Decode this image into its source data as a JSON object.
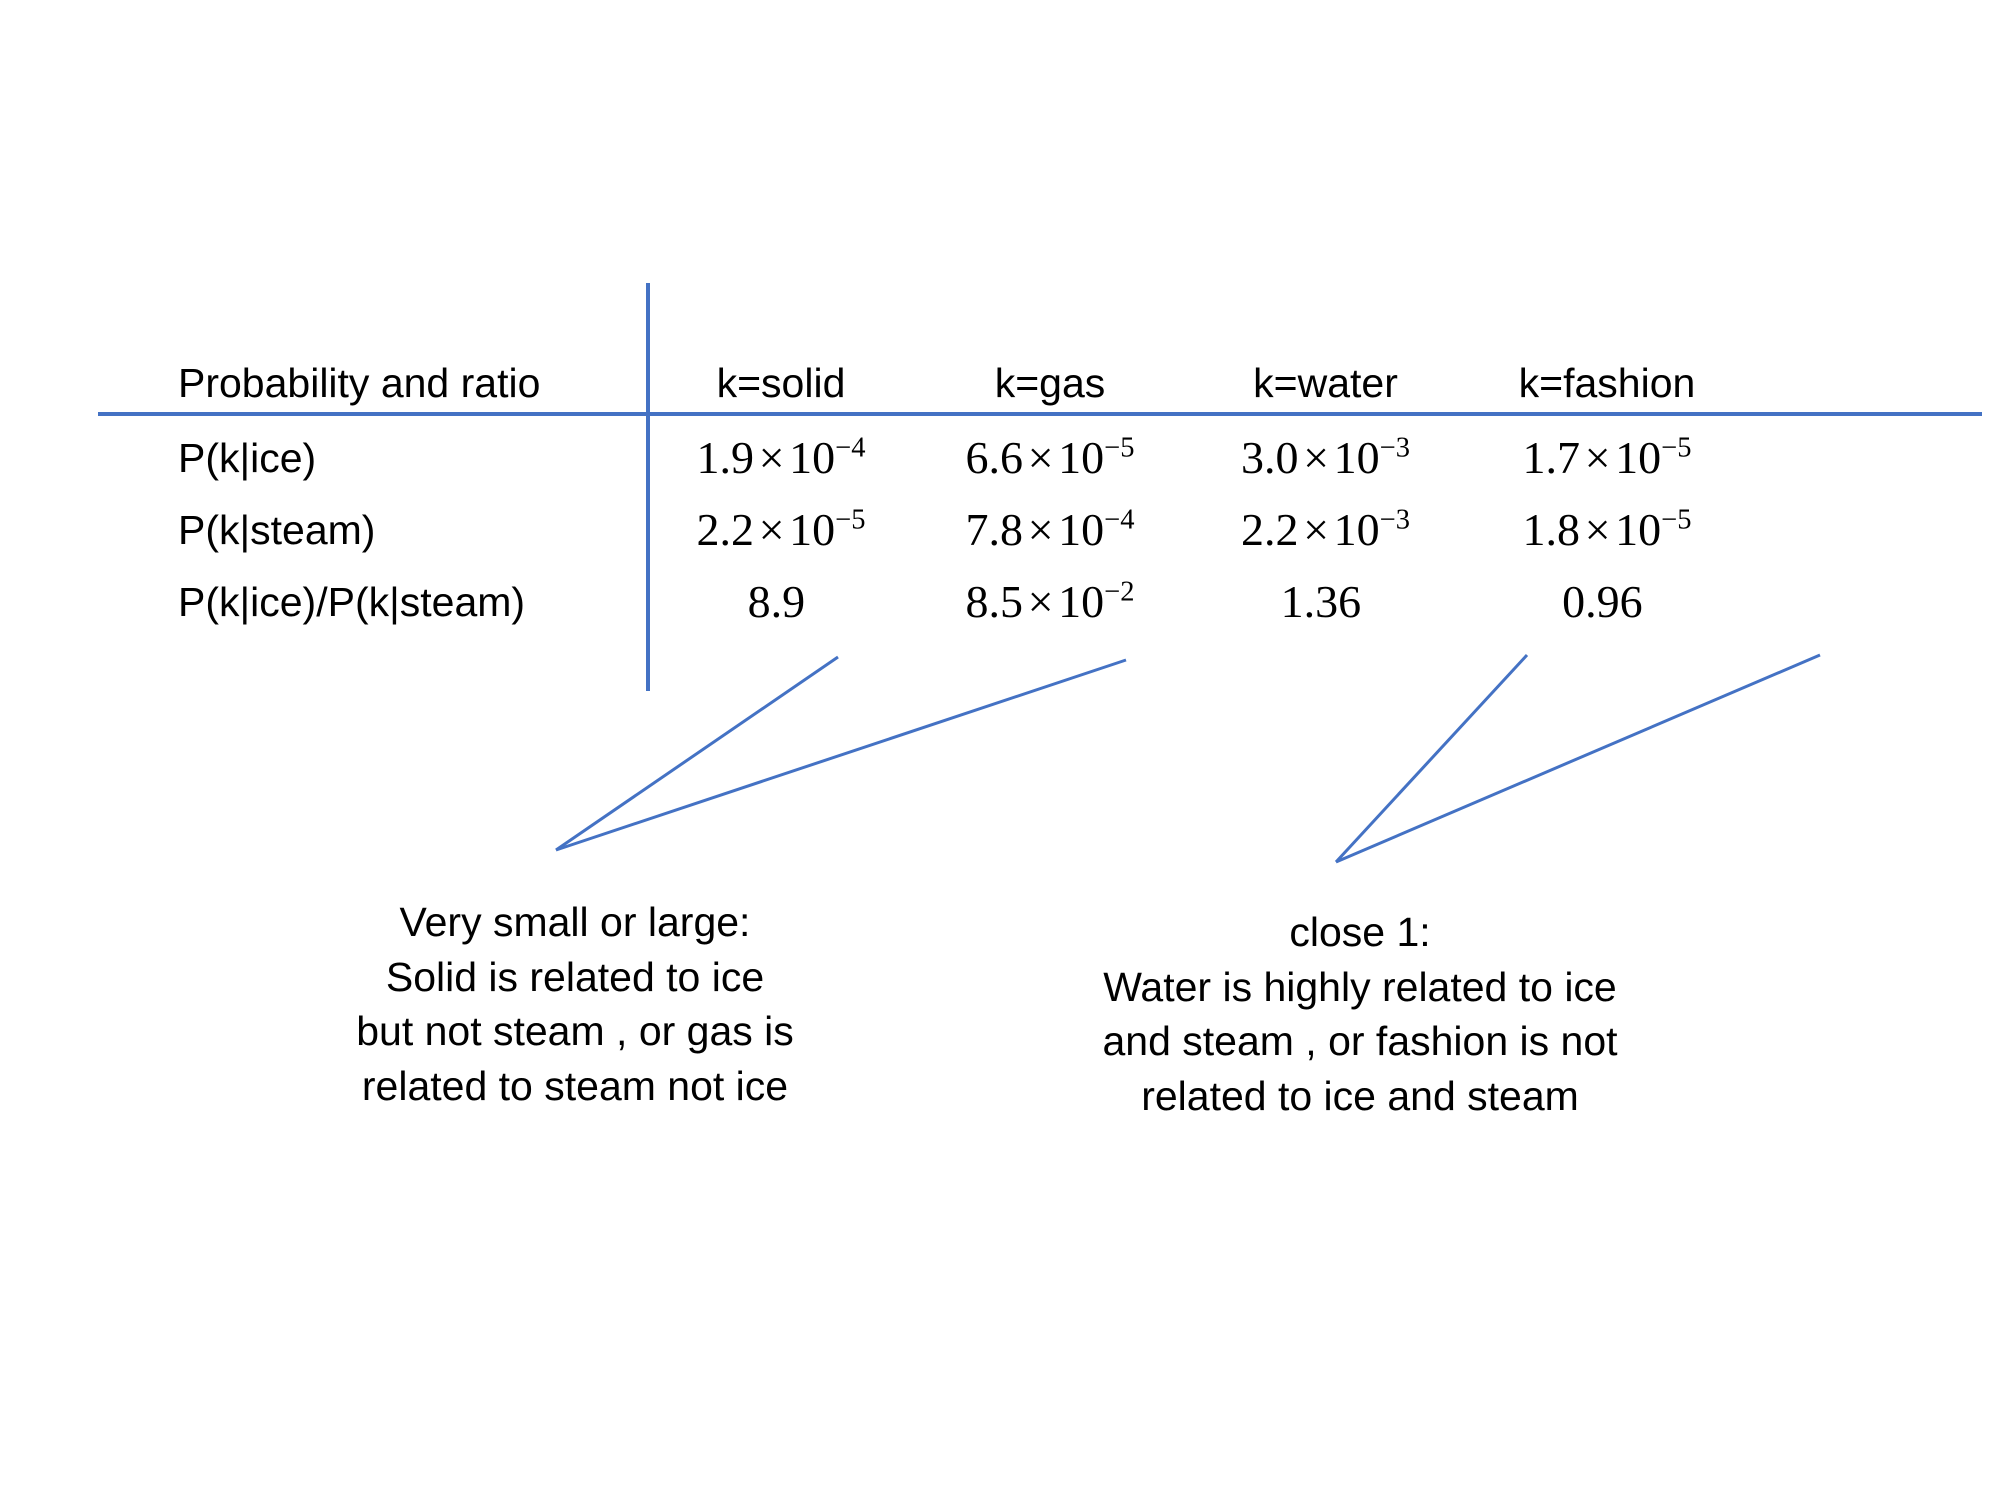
{
  "slide": {
    "accent_color": "#4472C4",
    "text_color": "#000000",
    "background": "#ffffff"
  },
  "table": {
    "corner_label": "Probability and ratio",
    "columns": [
      "k=solid",
      "k=gas",
      "k=water",
      "k=fashion"
    ],
    "rows": [
      {
        "label": "P(k|ice)",
        "cells": [
          {
            "mantissa": "1.9",
            "times": "×",
            "base": "10",
            "exponent": "−4"
          },
          {
            "mantissa": "6.6",
            "times": "×",
            "base": "10",
            "exponent": "−5"
          },
          {
            "mantissa": "3.0",
            "times": "×",
            "base": "10",
            "exponent": "−3"
          },
          {
            "mantissa": "1.7",
            "times": "×",
            "base": "10",
            "exponent": "−5"
          }
        ]
      },
      {
        "label": "P(k|steam)",
        "cells": [
          {
            "mantissa": "2.2",
            "times": "×",
            "base": "10",
            "exponent": "−5"
          },
          {
            "mantissa": "7.8",
            "times": "×",
            "base": "10",
            "exponent": "−4"
          },
          {
            "mantissa": "2.2",
            "times": "×",
            "base": "10",
            "exponent": "−3"
          },
          {
            "mantissa": "1.8",
            "times": "×",
            "base": "10",
            "exponent": "−5"
          }
        ]
      },
      {
        "label": "P(k|ice)/P(k|steam)",
        "cells": [
          {
            "mantissa": "8.9",
            "times": "",
            "base": "",
            "exponent": ""
          },
          {
            "mantissa": "8.5",
            "times": "×",
            "base": "10",
            "exponent": "−2"
          },
          {
            "mantissa": "1.36",
            "times": "",
            "base": "",
            "exponent": ""
          },
          {
            "mantissa": "0.96",
            "times": "",
            "base": "",
            "exponent": ""
          }
        ]
      }
    ]
  },
  "annotations": {
    "left": "Very small or large:\nSolid is related to ice\nbut not steam , or gas is\nrelated to steam not ice",
    "right": "close 1:\nWater is highly related to ice\nand steam , or fashion is not\nrelated to ice and steam"
  },
  "chart_data": {
    "type": "table",
    "title": "Probability and ratio",
    "columns": [
      "Probability and ratio",
      "k=solid",
      "k=gas",
      "k=water",
      "k=fashion"
    ],
    "rows": [
      [
        "P(k|ice)",
        "1.9 × 10^-4",
        "6.6 × 10^-5",
        "3.0 × 10^-3",
        "1.7 × 10^-5"
      ],
      [
        "P(k|steam)",
        "2.2 × 10^-5",
        "7.8 × 10^-4",
        "2.2 × 10^-3",
        "1.8 × 10^-5"
      ],
      [
        "P(k|ice)/P(k|steam)",
        "8.9",
        "8.5 × 10^-2",
        "1.36",
        "0.96"
      ]
    ],
    "values": {
      "P(k|ice)": [
        0.00019,
        6.6e-05,
        0.003,
        1.7e-05
      ],
      "P(k|steam)": [
        2.2e-05,
        0.00078,
        0.0022,
        1.8e-05
      ],
      "ratio": [
        8.9,
        0.085,
        1.36,
        0.96
      ]
    },
    "annotations": [
      {
        "text": "Very small or large: Solid is related to ice but not steam , or gas is related to steam not ice",
        "points_to": [
          "k=solid ratio 8.9",
          "k=gas ratio 8.5 × 10^-2"
        ]
      },
      {
        "text": "close 1: Water is highly related to ice and steam , or fashion is not related to ice and steam",
        "points_to": [
          "k=water ratio 1.36",
          "k=fashion ratio 0.96"
        ]
      }
    ]
  }
}
